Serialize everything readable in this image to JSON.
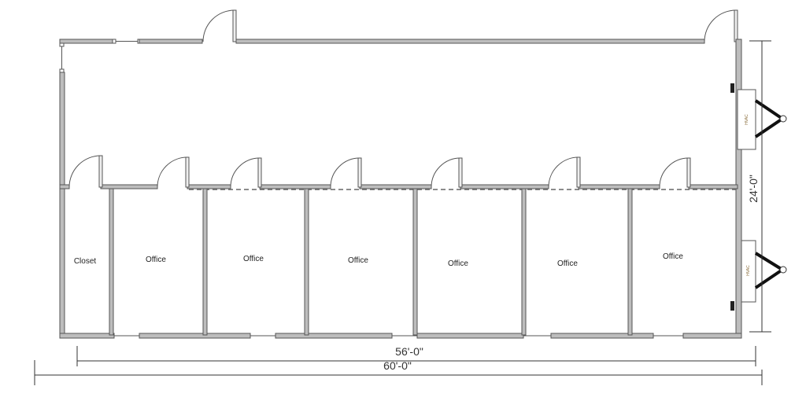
{
  "rooms": {
    "closet": "Closet",
    "office_1": "Office",
    "office_2": "Office",
    "office_3": "Office",
    "office_4": "Office",
    "office_5": "Office",
    "office_6": "Office"
  },
  "hvac": {
    "unit_1": "HVAC",
    "unit_2": "HVAC"
  },
  "dimensions": {
    "height": "24'-0\"",
    "inner_width": "56'-0\"",
    "outer_width": "60'-0\""
  },
  "colors": {
    "wall_fill": "#bdbdbd",
    "wall_stroke": "#555555"
  }
}
